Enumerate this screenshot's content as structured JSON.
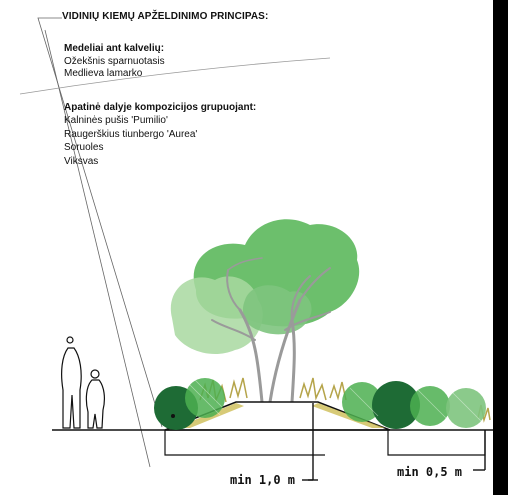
{
  "title": "VIDINIŲ KIEMŲ APŽELDINIMO PRINCIPAS:",
  "section1": {
    "heading": "Medeliai ant kalvelių:",
    "items": [
      "Ožekšnis sparnuotasis",
      "Medlieva lamarko"
    ]
  },
  "section2": {
    "heading": "Apatinė dalyje kompozicijos grupuojant:",
    "items": [
      "Kalninės pušis 'Pumilio'",
      "Raugerškius tiunbergo 'Aurea'",
      "Soruoles",
      "Viksvas"
    ]
  },
  "dimensions": {
    "height_label": "min 1,0 m",
    "depth_label": "min 0,5 m"
  },
  "colors": {
    "dark_green": "#1e6b35",
    "light_green": "#7ec47e",
    "mid_green": "#4caf50",
    "grass": "#b5a44a",
    "branch_grey": "#9a9a9a"
  }
}
